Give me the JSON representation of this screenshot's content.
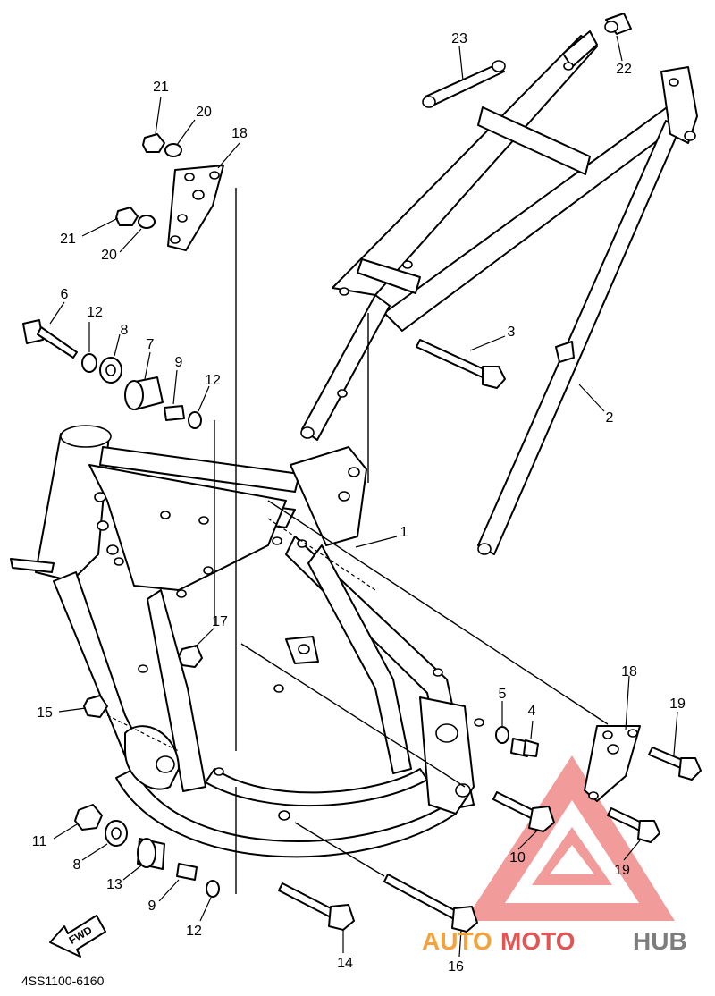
{
  "diagram_code": "4SS1100-6160",
  "fwd_label": "FWD",
  "callouts": {
    "c1": "1",
    "c2": "2",
    "c3": "3",
    "c4": "4",
    "c5": "5",
    "c6": "6",
    "c7": "7",
    "c8a": "8",
    "c8b": "8",
    "c9a": "9",
    "c9b": "9",
    "c10": "10",
    "c11": "11",
    "c12a": "12",
    "c12b": "12",
    "c12c": "12",
    "c13": "13",
    "c14": "14",
    "c15": "15",
    "c16": "16",
    "c17": "17",
    "c18a": "18",
    "c18b": "18",
    "c19a": "19",
    "c19b": "19",
    "c20a": "20",
    "c20b": "20",
    "c21a": "21",
    "c21b": "21",
    "c22": "22",
    "c23": "23"
  },
  "watermark": {
    "part1": "AUTO",
    "part2": "MOTO",
    "part3": "HUB",
    "colors": {
      "auto": "#f3a33d",
      "moto": "#e05656",
      "hub": "#7d7d7d",
      "triangle": "#f08a8a"
    }
  }
}
